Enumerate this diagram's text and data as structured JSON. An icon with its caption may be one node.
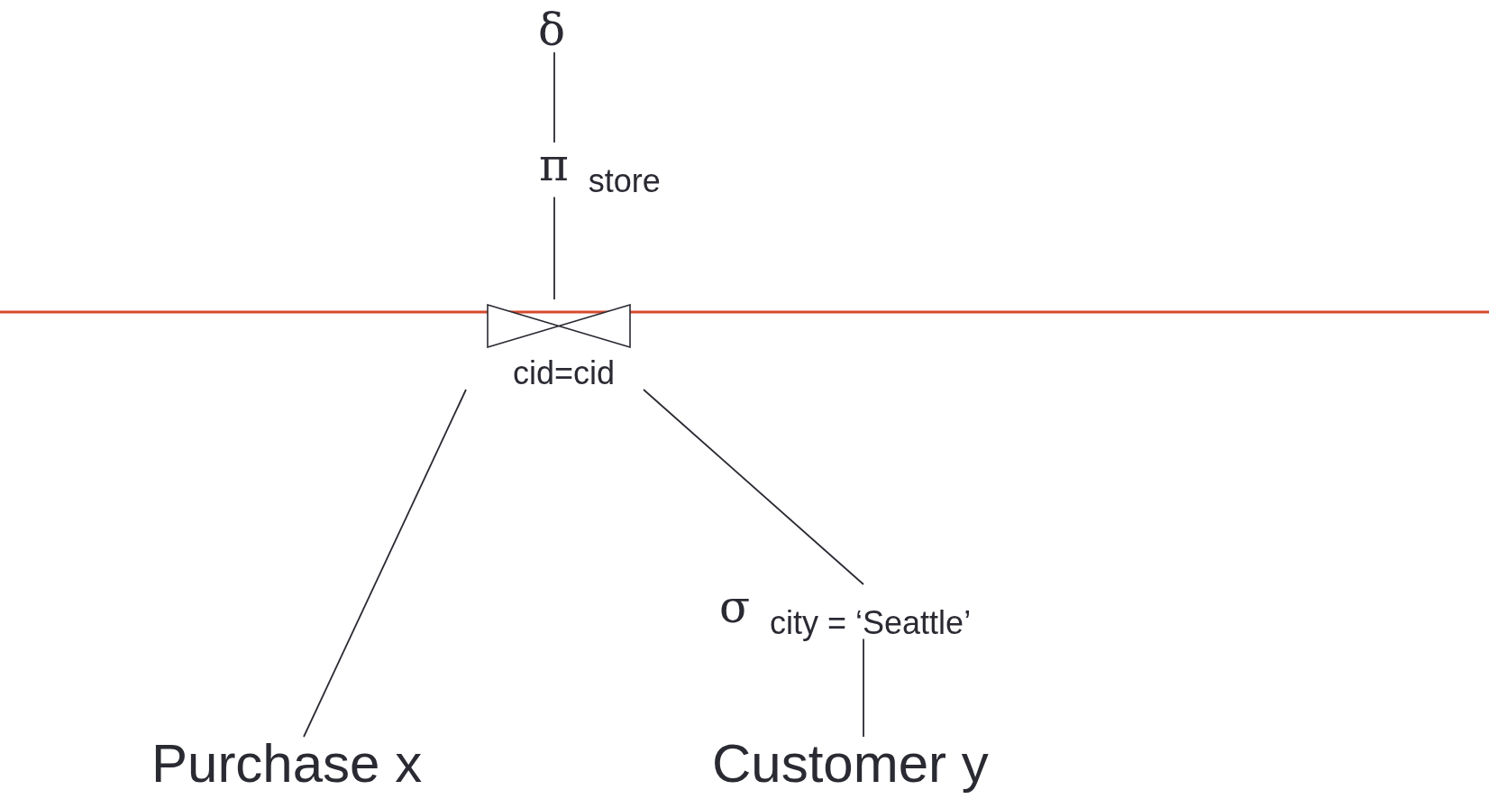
{
  "diagram": {
    "nodes": [
      {
        "text": [
          "δ"
        ]
      },
      {
        "text": [
          "π $_{store}$"
        ]
      },
      {
        "text": [
          "cid=cid"
        ]
      },
      {
        "text": [
          "σ $_{city = ‘Seattle’}$"
        ]
      },
      {
        "text": [
          "Purchase x"
        ]
      },
      {
        "text": [
          "Customer y"
        ]
      }
    ],
    "edges": [
      {
        "from": 0,
        "to": 1,
        "arrow": "none"
      },
      {
        "from": 1,
        "to": 2,
        "arrow": "none"
      },
      {
        "from": 2,
        "to": 4,
        "arrow": "none"
      },
      {
        "from": 2,
        "to": 3,
        "arrow": "none"
      },
      {
        "from": 3,
        "to": 5,
        "arrow": "none"
      }
    ]
  }
}
